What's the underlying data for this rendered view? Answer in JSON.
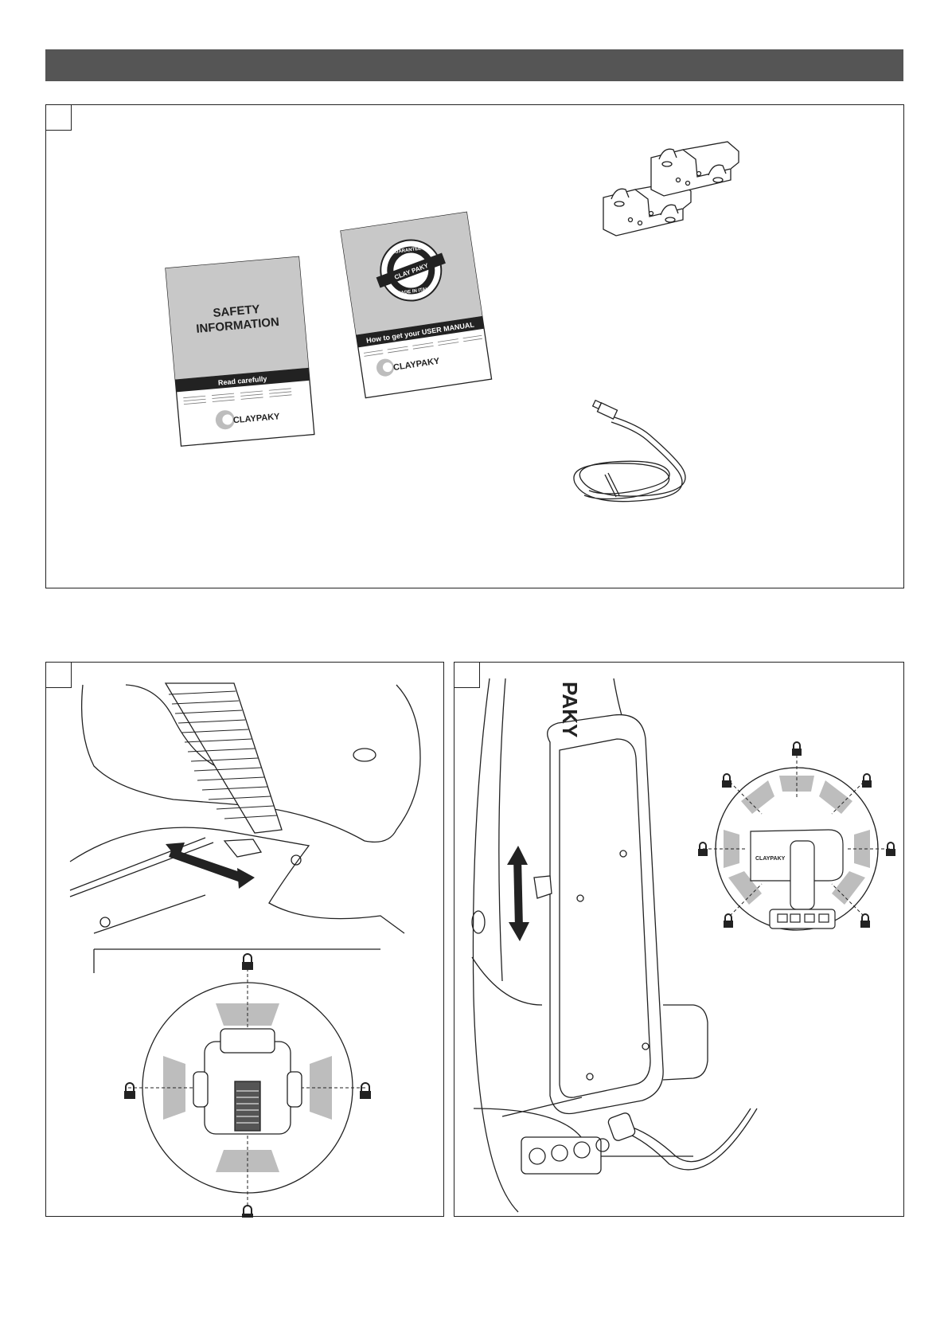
{
  "colors": {
    "header_bar": "#555555",
    "booklet_gray": "#c8c8c8",
    "rotation_zone": "#bdbdbd",
    "line": "#222222"
  },
  "booklet_safety": {
    "title_line1": "SAFETY",
    "title_line2": "INFORMATION",
    "band_text": "Read carefully",
    "logo_text": "CLAYPAKY",
    "logo_icon": "claypaky-c-logo"
  },
  "booklet_manual": {
    "seal_top": "GUARANTEED",
    "seal_mid": "CLAY PAKY",
    "seal_bottom": "MADE IN ITALY",
    "band_text": "How to get your USER MANUAL",
    "logo_text": "CLAYPAKY",
    "logo_icon": "claypaky-c-logo"
  },
  "fixture_branding": {
    "side_text": "PAKY",
    "small_logo": "CLAYPAKY"
  },
  "icons": {
    "lock": "padlock-icon",
    "arrow": "double-arrow-icon",
    "brackets": "omega-bracket-icon",
    "cable": "power-cable-icon"
  }
}
